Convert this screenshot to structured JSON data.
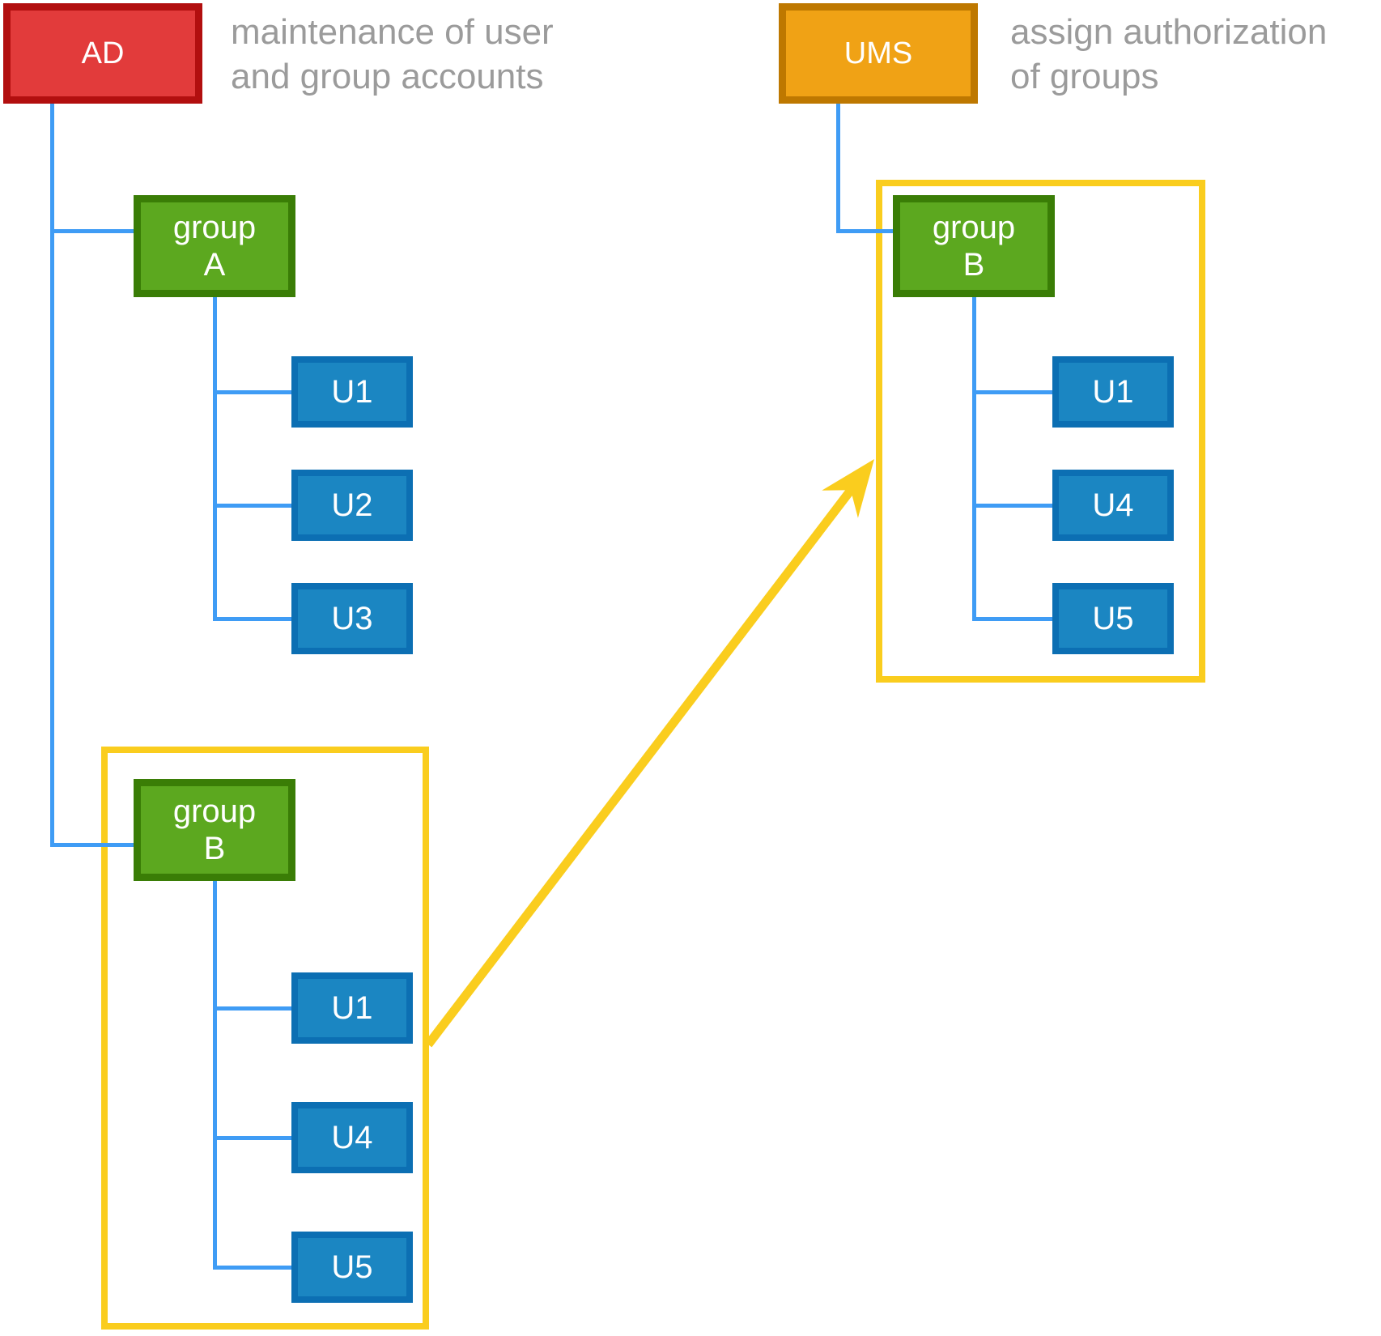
{
  "colors": {
    "ad_fill": "#E23B3B",
    "ad_border": "#B20F0F",
    "ums_fill": "#F0A215",
    "ums_border": "#BE7800",
    "group_fill": "#5CA81F",
    "group_border": "#3A7D06",
    "user_fill": "#1B86C2",
    "user_border": "#0C6FB3",
    "connector_blue": "#3F9CF5",
    "highlight_yellow": "#FACD1E",
    "annotation_gray": "#9B9B9B",
    "box_text": "#FFFFFF",
    "canvas_bg": "#FFFFFF"
  },
  "systems": {
    "ad": {
      "label": "AD",
      "annotation": [
        "maintenance of user",
        "and group accounts"
      ]
    },
    "ums": {
      "label": "UMS",
      "annotation": [
        "assign authorization",
        "of groups"
      ]
    }
  },
  "trees": {
    "ad_group_a": {
      "group": [
        "group",
        "A"
      ],
      "users": [
        "U1",
        "U2",
        "U3"
      ]
    },
    "ad_group_b": {
      "group": [
        "group",
        "B"
      ],
      "users": [
        "U1",
        "U4",
        "U5"
      ]
    },
    "ums_group_b": {
      "group": [
        "group",
        "B"
      ],
      "users": [
        "U1",
        "U4",
        "U5"
      ]
    }
  }
}
